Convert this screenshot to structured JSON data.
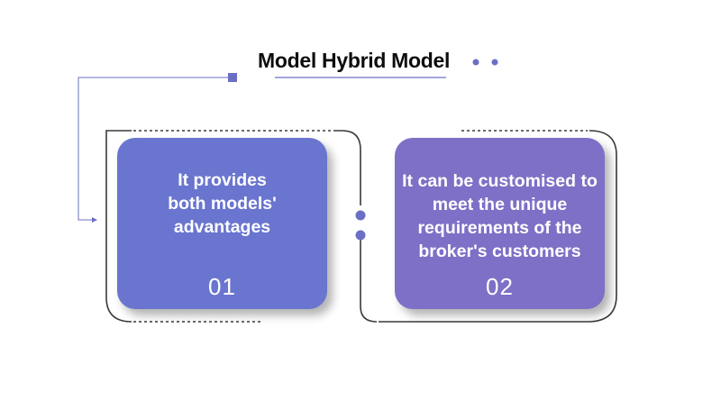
{
  "title": "Model Hybrid Model",
  "cards": [
    {
      "text": "It provides both models' advantages",
      "number": "01"
    },
    {
      "text": "It can be customised to meet the unique requirements of the broker's customers",
      "number": "02"
    }
  ],
  "colors": {
    "card_1": "#6a75cf",
    "card_2": "#7d70c6",
    "accent": "#6b6fc4",
    "frame": "#3a3a3a"
  }
}
